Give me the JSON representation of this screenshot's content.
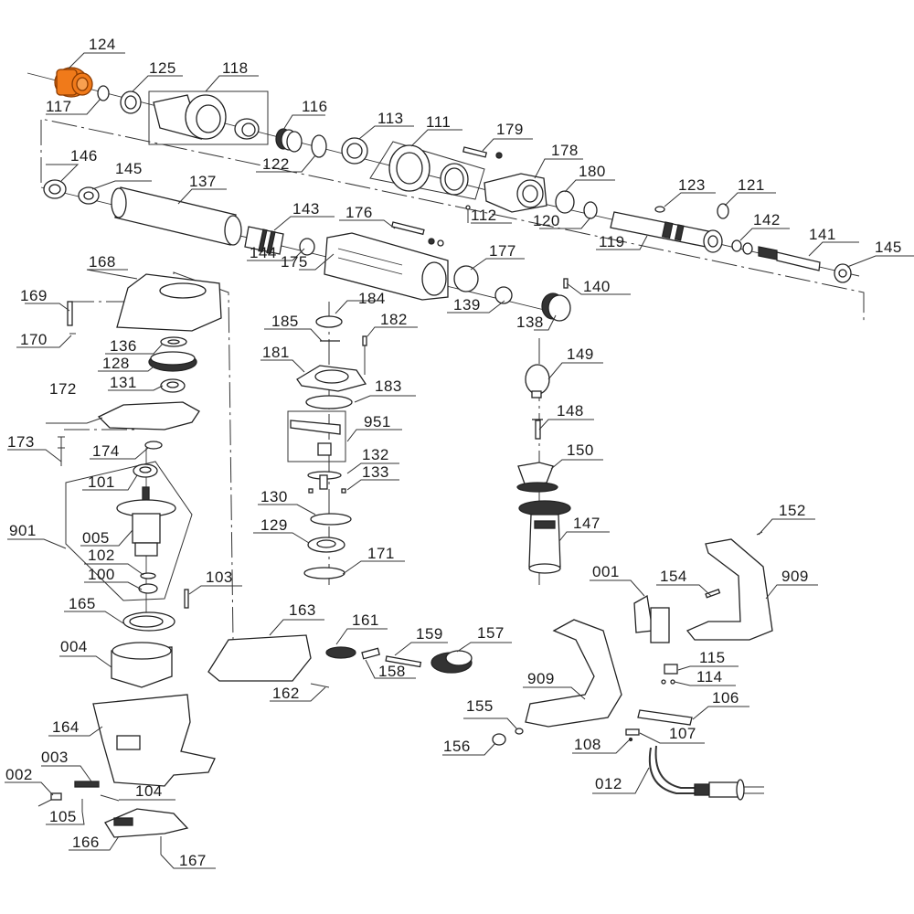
{
  "diagram": {
    "type": "exploded-parts-view",
    "subject": "rotary hammer drill",
    "highlight_color": "#F07A1A",
    "highlighted_part": "124",
    "parts": [
      {
        "id": "124",
        "label": "124"
      },
      {
        "id": "117",
        "label": "117"
      },
      {
        "id": "125",
        "label": "125"
      },
      {
        "id": "118",
        "label": "118"
      },
      {
        "id": "116",
        "label": "116"
      },
      {
        "id": "122",
        "label": "122"
      },
      {
        "id": "113",
        "label": "113"
      },
      {
        "id": "111",
        "label": "111"
      },
      {
        "id": "179",
        "label": "179"
      },
      {
        "id": "178",
        "label": "178"
      },
      {
        "id": "180",
        "label": "180"
      },
      {
        "id": "112",
        "label": "112"
      },
      {
        "id": "120",
        "label": "120"
      },
      {
        "id": "123",
        "label": "123"
      },
      {
        "id": "121",
        "label": "121"
      },
      {
        "id": "119",
        "label": "119"
      },
      {
        "id": "142",
        "label": "142"
      },
      {
        "id": "141",
        "label": "141"
      },
      {
        "id": "145a",
        "label": "145"
      },
      {
        "id": "146",
        "label": "146"
      },
      {
        "id": "145b",
        "label": "145"
      },
      {
        "id": "137",
        "label": "137"
      },
      {
        "id": "143",
        "label": "143"
      },
      {
        "id": "144",
        "label": "144"
      },
      {
        "id": "176",
        "label": "176"
      },
      {
        "id": "175",
        "label": "175"
      },
      {
        "id": "177",
        "label": "177"
      },
      {
        "id": "139",
        "label": "139"
      },
      {
        "id": "140",
        "label": "140"
      },
      {
        "id": "138",
        "label": "138"
      },
      {
        "id": "168",
        "label": "168"
      },
      {
        "id": "169",
        "label": "169"
      },
      {
        "id": "170",
        "label": "170"
      },
      {
        "id": "136",
        "label": "136"
      },
      {
        "id": "128",
        "label": "128"
      },
      {
        "id": "131",
        "label": "131"
      },
      {
        "id": "172",
        "label": "172"
      },
      {
        "id": "173",
        "label": "173"
      },
      {
        "id": "174",
        "label": "174"
      },
      {
        "id": "184",
        "label": "184"
      },
      {
        "id": "185",
        "label": "185"
      },
      {
        "id": "182",
        "label": "182"
      },
      {
        "id": "181",
        "label": "181"
      },
      {
        "id": "183",
        "label": "183"
      },
      {
        "id": "951",
        "label": "951"
      },
      {
        "id": "132",
        "label": "132"
      },
      {
        "id": "133",
        "label": "133"
      },
      {
        "id": "130",
        "label": "130"
      },
      {
        "id": "129",
        "label": "129"
      },
      {
        "id": "171",
        "label": "171"
      },
      {
        "id": "101",
        "label": "101"
      },
      {
        "id": "901",
        "label": "901"
      },
      {
        "id": "005",
        "label": "005"
      },
      {
        "id": "102",
        "label": "102"
      },
      {
        "id": "100",
        "label": "100"
      },
      {
        "id": "103",
        "label": "103"
      },
      {
        "id": "165",
        "label": "165"
      },
      {
        "id": "004",
        "label": "004"
      },
      {
        "id": "164",
        "label": "164"
      },
      {
        "id": "003",
        "label": "003"
      },
      {
        "id": "002",
        "label": "002"
      },
      {
        "id": "104",
        "label": "104"
      },
      {
        "id": "105",
        "label": "105"
      },
      {
        "id": "166",
        "label": "166"
      },
      {
        "id": "167",
        "label": "167"
      },
      {
        "id": "163",
        "label": "163"
      },
      {
        "id": "161",
        "label": "161"
      },
      {
        "id": "159",
        "label": "159"
      },
      {
        "id": "157",
        "label": "157"
      },
      {
        "id": "158",
        "label": "158"
      },
      {
        "id": "162",
        "label": "162"
      },
      {
        "id": "149",
        "label": "149"
      },
      {
        "id": "148",
        "label": "148"
      },
      {
        "id": "150",
        "label": "150"
      },
      {
        "id": "147",
        "label": "147"
      },
      {
        "id": "001",
        "label": "001"
      },
      {
        "id": "154",
        "label": "154"
      },
      {
        "id": "152",
        "label": "152"
      },
      {
        "id": "909a",
        "label": "909"
      },
      {
        "id": "115",
        "label": "115"
      },
      {
        "id": "114",
        "label": "114"
      },
      {
        "id": "909b",
        "label": "909"
      },
      {
        "id": "106",
        "label": "106"
      },
      {
        "id": "155",
        "label": "155"
      },
      {
        "id": "156",
        "label": "156"
      },
      {
        "id": "107",
        "label": "107"
      },
      {
        "id": "108",
        "label": "108"
      },
      {
        "id": "012",
        "label": "012"
      }
    ]
  }
}
